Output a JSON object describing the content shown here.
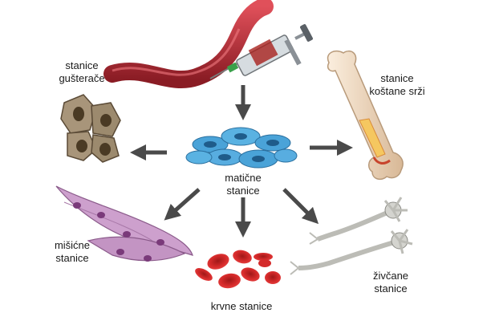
{
  "center": {
    "line1": "matične",
    "line2": "stanice"
  },
  "nodes": {
    "pancreas": {
      "line1": "stanice",
      "line2": "gušterače"
    },
    "bone_marrow": {
      "line1": "stanice",
      "line2": "koštane srži"
    },
    "muscle": {
      "line1": "mišićne",
      "line2": "stanice"
    },
    "blood": {
      "line1": "krvne stanice"
    },
    "nerve": {
      "line1": "živčane",
      "line2": "stanice"
    }
  },
  "colors": {
    "arrow": "#4a4a4a",
    "stem_cell": "#4aa3d8",
    "vessel": "#c0303a",
    "blood_cell": "#d42a2a",
    "muscle_cell": "#c99bc9",
    "bone": "#f2dfc8",
    "pancreas_cell": "#8b7a5e",
    "nerve_cell": "#d4d4cf"
  },
  "icons": [
    "syringe-icon",
    "blood-vessel-icon",
    "bone-icon",
    "neuron-icon",
    "red-blood-cell-icon",
    "muscle-cell-icon",
    "pancreas-cell-icon",
    "stem-cell-icon"
  ]
}
